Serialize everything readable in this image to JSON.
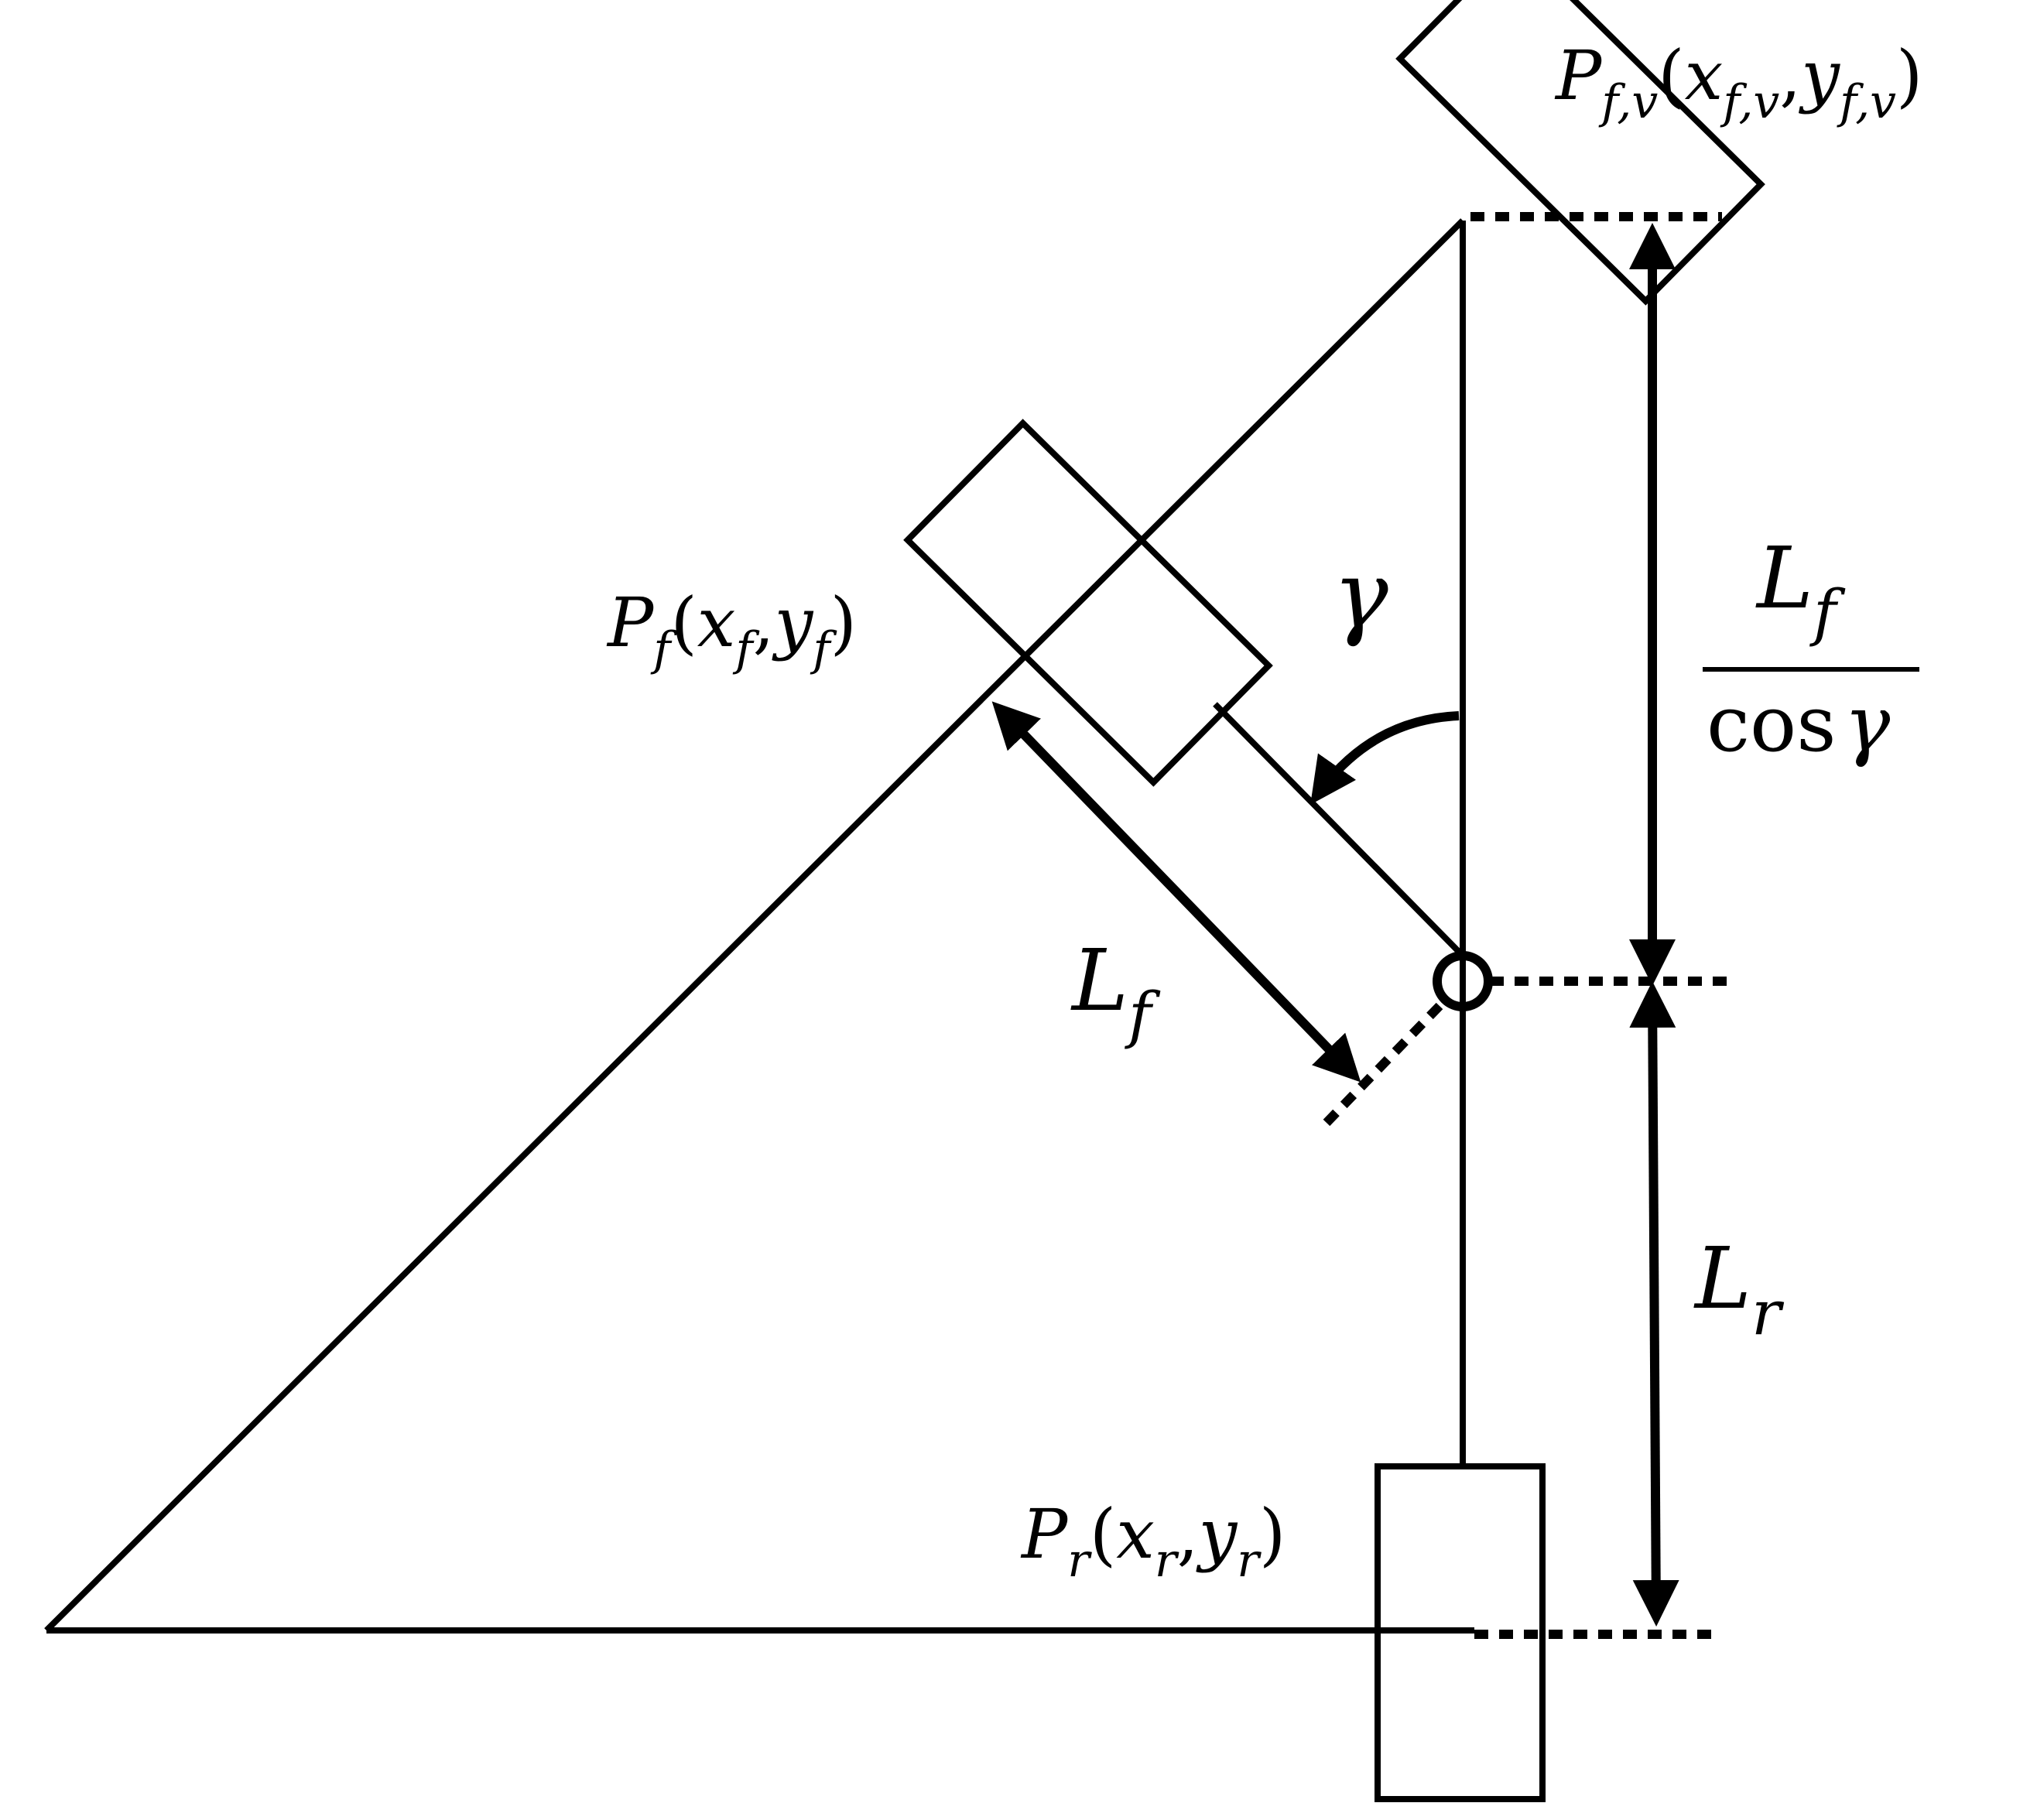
{
  "colors": {
    "stroke": "#000000",
    "background": "#ffffff"
  },
  "labels": {
    "pfv": {
      "P": "P",
      "sub": "f,v",
      "open": "(",
      "x": "x",
      "xsub": "f,v",
      "comma": ",",
      "y": "y",
      "ysub": "f,v",
      "close": ")"
    },
    "pf": {
      "P": "P",
      "sub": "f",
      "open": "(",
      "x": "x",
      "xsub": "f",
      "comma": ",",
      "y": "y",
      "ysub": "f",
      "close": ")"
    },
    "pr": {
      "P": "P",
      "sub": "r",
      "open": "(",
      "x": "x",
      "xsub": "r",
      "comma": ",",
      "y": "y",
      "ysub": "r",
      "close": ")"
    },
    "gamma": "γ",
    "lf_diag": {
      "L": "L",
      "sub": "f"
    },
    "lf_frac": {
      "num_L": "L",
      "num_sub": "f",
      "den_cos": "cos",
      "den_gamma": "γ"
    },
    "lr": {
      "L": "L",
      "sub": "r"
    }
  }
}
